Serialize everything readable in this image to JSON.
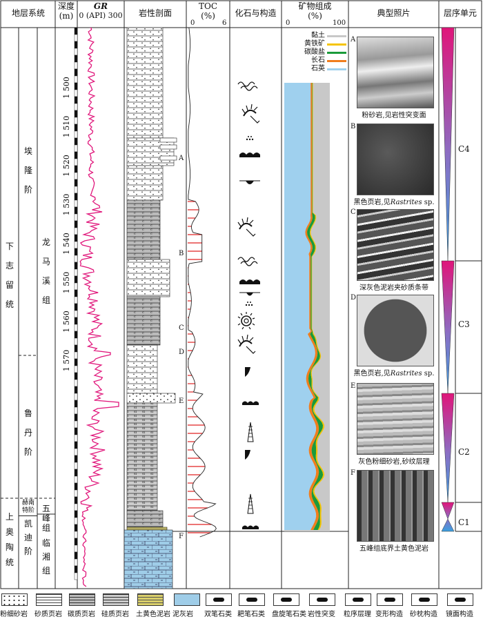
{
  "headers": {
    "strat_system": "地层系统",
    "depth": "深度",
    "depth_unit": "(m)",
    "gr_title": "GR",
    "gr_scale": "0 (API) 300",
    "lithology": "岩性剖面",
    "toc_title": "TOC",
    "toc_unit": "(%)",
    "toc_min": "0",
    "toc_max": "6",
    "fossils": "化石与构造",
    "mineral_title": "矿物组成",
    "mineral_unit": "(%)",
    "mineral_min": "0",
    "mineral_max": "100",
    "photos": "典型照片",
    "sequence": "层序单元"
  },
  "strata": {
    "series_lower": [
      "下",
      "志",
      "留",
      "统"
    ],
    "series_upper": [
      "上",
      "奥",
      "陶",
      "统"
    ],
    "stage_aeronian": [
      "埃",
      "隆",
      "阶"
    ],
    "stage_rhuddanian": [
      "鲁",
      "丹",
      "阶"
    ],
    "stage_hirnantian": [
      "赫南",
      "特阶"
    ],
    "stage_katian": [
      "凯",
      "迪",
      "阶"
    ],
    "fm_longmaxi": [
      "龙",
      "马",
      "溪",
      "组"
    ],
    "fm_wufeng": [
      "五",
      "峰",
      "组"
    ],
    "fm_linxiang": [
      "临",
      "湘",
      "组"
    ]
  },
  "depth_ticks": [
    "1 500",
    "1 510",
    "1 520",
    "1 530",
    "1 540",
    "1 550",
    "1 560",
    "1 570"
  ],
  "sample_labels": [
    "A",
    "B",
    "C",
    "D",
    "E",
    "F"
  ],
  "mineral_legend": [
    "黏土",
    "黄铁矿",
    "碳酸盐",
    "长石",
    "石英"
  ],
  "photos": [
    {
      "letter": "A",
      "caption": "粉砂岩,见岩性突变面"
    },
    {
      "letter": "B",
      "caption": "黑色页岩,见",
      "species": "Rastrites",
      "suffix": " sp."
    },
    {
      "letter": "C",
      "caption": "深灰色泥岩夹砂质条带"
    },
    {
      "letter": "D",
      "caption": "黑色页岩,见",
      "species": "Rastrites",
      "suffix": " sp."
    },
    {
      "letter": "E",
      "caption": "灰色粉细砂岩,砂纹层理"
    },
    {
      "letter": "F",
      "caption": "五峰组底界土黄色泥岩"
    }
  ],
  "sequences": [
    "C4",
    "C3",
    "C2",
    "C1"
  ],
  "legend": [
    "粉细砂岩",
    "砂质页岩",
    "碳质页岩",
    "硅质页岩",
    "土黄色泥岩",
    "泥灰岩",
    "双笔石类",
    "耙笔石类",
    "盘旋笔石类",
    "岩性突变",
    "粒序层理",
    "变形构造",
    "砂枕构造",
    "镜面构造"
  ],
  "colors": {
    "gr_curve": "#e0157a",
    "toc_red": "#e02020",
    "quartz": "#9fd0ee",
    "feldspar": "#f07d1c",
    "carbonate": "#1a9a3a",
    "pyrite": "#f5c400",
    "clay": "#c8c8c8",
    "mudstone_yellow": "#d9cf6a",
    "marl_blue": "#9fcde8"
  }
}
